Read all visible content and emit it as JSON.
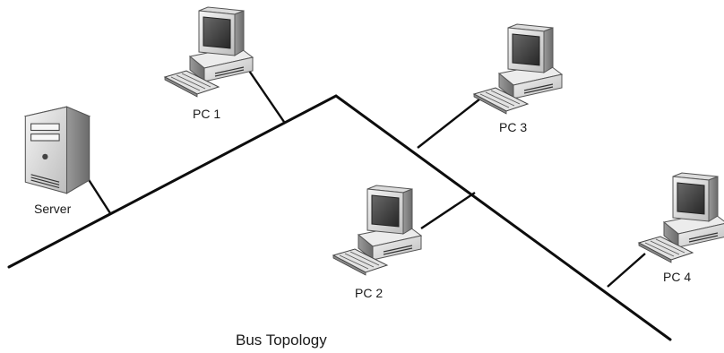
{
  "diagram": {
    "title": "Bus Topology",
    "nodes": [
      {
        "id": "server",
        "type": "server",
        "label": "Server"
      },
      {
        "id": "pc1",
        "type": "pc",
        "label": "PC 1"
      },
      {
        "id": "pc2",
        "type": "pc",
        "label": "PC 2"
      },
      {
        "id": "pc3",
        "type": "pc",
        "label": "PC 3"
      },
      {
        "id": "pc4",
        "type": "pc",
        "label": "PC 4"
      }
    ],
    "edges": [
      {
        "from": "server",
        "to": "bus"
      },
      {
        "from": "pc1",
        "to": "bus"
      },
      {
        "from": "pc2",
        "to": "bus"
      },
      {
        "from": "pc3",
        "to": "bus"
      },
      {
        "from": "pc4",
        "to": "bus"
      }
    ],
    "colors": {
      "line": "#0d0d0d",
      "device": "#d9d9d9",
      "screen": "#3f3f3f",
      "background": "#ffffff"
    }
  }
}
